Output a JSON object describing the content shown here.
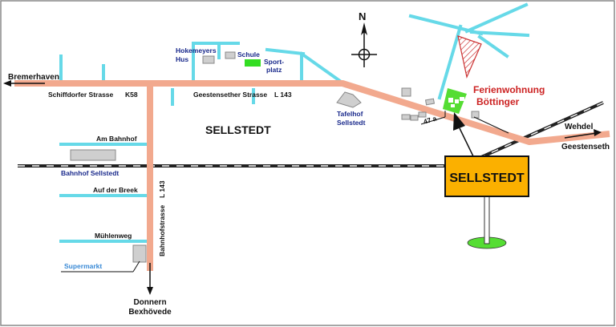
{
  "map": {
    "town_name": "SELLSTEDT",
    "north_label": "N",
    "roads": {
      "schiffdorfer": "Schiffdorfer Strasse",
      "k58": "K58",
      "geestensether": "Geestensether Strasse",
      "l143_east": "L 143",
      "bahnhofstrasse": "Bahnhofstrasse",
      "l143_south": "L 143",
      "am_bahnhof": "Am Bahnhof",
      "auf_der_breek": "Auf der Breek",
      "muehlenweg": "Mühlenweg",
      "house_number": "47 a"
    },
    "destinations": {
      "bremerhaven": "Bremerhaven",
      "wehdel": "Wehdel",
      "geestenseth": "Geestenseth",
      "donnern": "Donnern",
      "bexhoevede": "Bexhövede"
    },
    "landmarks": {
      "hokemeyers_line1": "Hokemeyers",
      "hokemeyers_line2": "Hus",
      "schule": "Schule",
      "sportplatz_line1": "Sport-",
      "sportplatz_line2": "platz",
      "tafelhof_line1": "Tafelhof",
      "tafelhof_line2": "Sellstedt",
      "bahnhof": "Bahnhof Sellstedt",
      "supermarkt": "Supermarkt"
    },
    "destination_marker": {
      "line1": "Ferienwohnung",
      "line2": "Böttinger"
    },
    "town_sign": {
      "text": "SELLSTEDT"
    },
    "colors": {
      "main_road": "#f2a98e",
      "side_street": "#66d9e8",
      "railway": "#222222",
      "property": "#55dd33",
      "marker_text": "#cc2222",
      "landmark_text": "#1a2a8c",
      "sign_fill": "#fbb000",
      "sign_border": "#111111",
      "sign_base": "#55dd33"
    }
  }
}
